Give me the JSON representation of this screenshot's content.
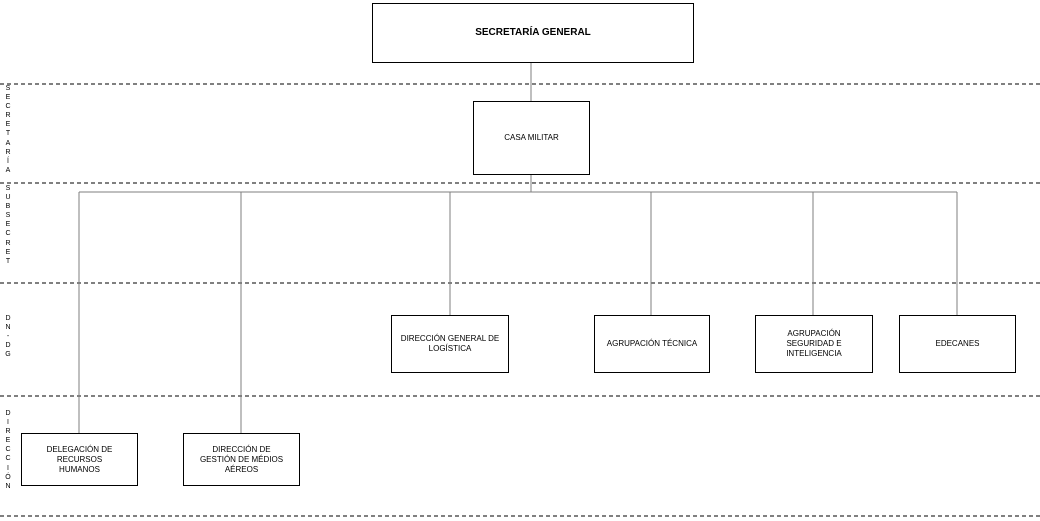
{
  "levels": [
    {
      "id": "secretaria",
      "letters": [
        "S",
        "E",
        "C",
        "R",
        "E",
        "T",
        "A",
        "R",
        "Í",
        "A"
      ]
    },
    {
      "id": "subsecret",
      "letters": [
        "S",
        "U",
        "B",
        "S",
        "E",
        "C",
        "R",
        "E",
        "T"
      ]
    },
    {
      "id": "dn-dg",
      "letters": [
        "D",
        "N",
        "-",
        "D",
        "G"
      ]
    },
    {
      "id": "direccion",
      "letters": [
        "D",
        "I",
        "R",
        "E",
        "C",
        "C",
        "I",
        "Ó",
        "N"
      ]
    }
  ],
  "nodes": {
    "secretaria_general": "SECRETARÍA GENERAL",
    "casa_militar": "CASA MILITAR",
    "direccion_general_logistica": "DIRECCIÓN GENERAL DE LOGÍSTICA",
    "agrupacion_tecnica": "AGRUPACIÓN TÉCNICA",
    "agrupacion_seguridad": "AGRUPACIÓN SEGURIDAD E INTELIGENCIA",
    "edecanes": "EDECANES",
    "delegacion_rrhh": "DELEGACIÓN DE RECURSOS HUMANOS",
    "direccion_medios_aereos": "DIRECCIÓN DE GESTIÓN DE MÉDIOS AÉREOS"
  },
  "colors": {
    "line": "#7f7f7f",
    "border": "#000000",
    "dash": "#000000"
  }
}
